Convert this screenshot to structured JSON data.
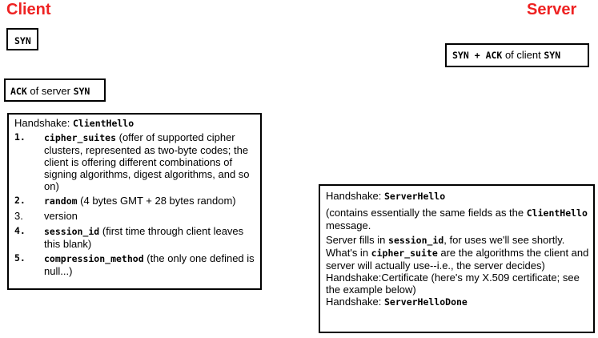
{
  "client": {
    "title": "Client",
    "syn": "SYN",
    "ack": {
      "code1": "ACK",
      "text": " of server ",
      "code2": "SYN"
    },
    "hello": {
      "heading_text": "Handshake: ",
      "heading_code": "ClientHello",
      "items": [
        {
          "num": "1.",
          "code": "cipher_suites",
          "text": " (offer of supported cipher clusters, represented as two-byte codes; the client is offering different combinations of signing algorithms, digest algorithms, and so on)"
        },
        {
          "num": "2.",
          "code": "random",
          "text": " (4 bytes GMT + 28 bytes random)"
        },
        {
          "num": "3.",
          "code": "",
          "text": "version"
        },
        {
          "num": "4.",
          "code": "session_id",
          "text": " (first time through client leaves this blank)"
        },
        {
          "num": "5.",
          "code": "compression_method",
          "text": " (the only one defined is null...)"
        }
      ]
    }
  },
  "server": {
    "title": "Server",
    "synack": {
      "code1": "SYN",
      "plus": " + ",
      "code2": "ACK",
      "text": " of client ",
      "code3": "SYN"
    },
    "hello": {
      "heading_text": "Handshake: ",
      "heading_code": "ServerHello",
      "p1_text": "(contains essentially the same fields as the ",
      "p1_code": "ClientHello",
      "p1_end": " message.",
      "p2_text": "Server fills in ",
      "p2_code": "session_id",
      "p2_end": ", for uses we'll see shortly.",
      "p3_text": "What's in ",
      "p3_code": "cipher_suite",
      "p3_end": " are the algorithms the client and server will actually use--i.e., the server decides)",
      "p4": "Handshake:Certificate (here's my X.509 certificate; see the example below)",
      "p5_text": "Handshake: ",
      "p5_code": "ServerHelloDone"
    }
  }
}
